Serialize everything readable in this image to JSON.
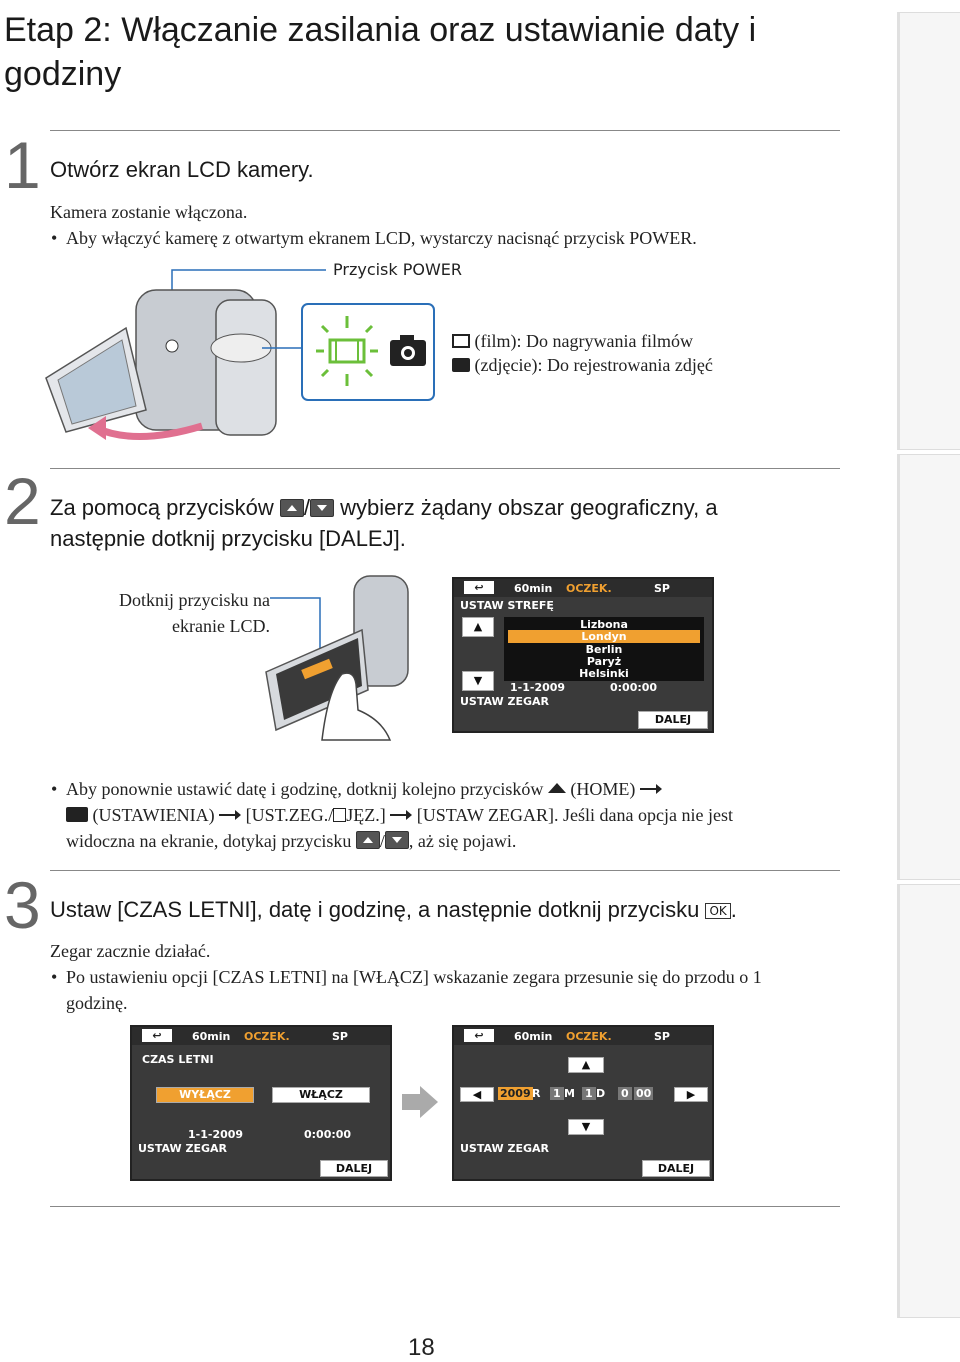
{
  "title": "Etap 2: Włączanie zasilania oraz ustawianie daty i godziny",
  "step1": {
    "number": "1",
    "heading": "Otwórz ekran LCD kamery.",
    "line1": "Kamera zostanie włączona.",
    "bullet": "Aby włączyć kamerę z otwartym ekranem LCD, wystarczy nacisnąć przycisk POWER.",
    "power_label": "Przycisk POWER",
    "film_text": "(film): Do nagrywania filmów",
    "photo_text": "(zdjęcie): Do rejestrowania zdjęć"
  },
  "step2": {
    "number": "2",
    "heading_a": "Za pomocą przycisków",
    "heading_b": "wybierz żądany obszar geograficzny, a",
    "heading_c": "następnie dotknij przycisku [DALEJ].",
    "touch_label_1": "Dotknij przycisku na",
    "touch_label_2": "ekranie LCD.",
    "screen": {
      "battery": "60min",
      "status": "OCZEK.",
      "mode": "SP",
      "header": "USTAW STREFĘ",
      "cities": [
        "Lizbona",
        "Londyn",
        "Berlin",
        "Paryż",
        "Helsinki"
      ],
      "date": "1-1-2009",
      "time": "0:00:00",
      "clock_label": "USTAW ZEGAR",
      "next_button": "DALEJ"
    },
    "note_a": "Aby ponownie ustawić datę i godzinę, dotknij kolejno przycisków",
    "note_home": "(HOME)",
    "note_settings": "(USTAWIENIA)",
    "note_menu": "[UST.ZEG./",
    "note_lang": "JĘZ.]",
    "note_clock": "[USTAW ZEGAR]. Jeśli dana opcja nie jest",
    "note_b": "widoczna na ekranie, dotykaj przycisku",
    "note_c": ", aż się pojawi."
  },
  "step3": {
    "number": "3",
    "heading": "Ustaw [CZAS LETNI], datę i godzinę, a następnie dotknij przycisku",
    "ok": "OK",
    "line1": "Zegar zacznie działać.",
    "bullet": "Po ustawieniu opcji [CZAS LETNI] na [WŁĄCZ] wskazanie zegara przesunie się do przodu o 1 godzinę.",
    "screen_a": {
      "battery": "60min",
      "status": "OCZEK.",
      "mode": "SP",
      "header": "CZAS LETNI",
      "off": "WYŁĄCZ",
      "on": "WŁĄCZ",
      "date": "1-1-2009",
      "time": "0:00:00",
      "clock_label": "USTAW ZEGAR",
      "next_button": "DALEJ"
    },
    "screen_b": {
      "battery": "60min",
      "status": "OCZEK.",
      "mode": "SP",
      "year": "2009",
      "r": "R",
      "month": "1",
      "m": "M",
      "day": "1",
      "d": "D",
      "hour": "0",
      "minute": "00",
      "clock_label": "USTAW ZEGAR",
      "next_button": "DALEJ"
    }
  },
  "page_number": "18",
  "colors": {
    "accent_green": "#6bbf3a",
    "accent_blue": "#2a6fb8",
    "highlight_orange": "#f0a030",
    "arrow_pink": "#e07090"
  }
}
